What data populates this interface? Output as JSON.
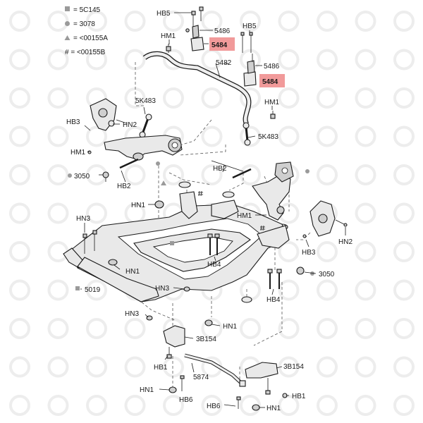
{
  "legend": [
    {
      "symbol": "square",
      "text": "= 5C145"
    },
    {
      "symbol": "circle",
      "text": "= 3078"
    },
    {
      "symbol": "triangle",
      "text": "= <00155A"
    },
    {
      "symbol": "hash",
      "text": "# = <00155B"
    }
  ],
  "labels": {
    "hb5_left": "HB5",
    "hb5_right": "HB5",
    "hm1_top": "HM1",
    "p5486_a": "5486",
    "p5486_b": "5486",
    "p5484_a": "5484",
    "p5484_b": "5484",
    "p5482": "5482",
    "hm1_right": "HM1",
    "k483_left": "5K483",
    "k483_right": "5K483",
    "hb3_left": "HB3",
    "hn2_left": "HN2",
    "hm1_left": "HM1",
    "p3050_left": "3050",
    "hb2_left": "HB2",
    "hb2_mid": "HB2",
    "hn1_a": "HN1",
    "hm1_mid": "HM1",
    "hn3_top": "HN3",
    "hn1_b": "HN1",
    "hb4_a": "HB4",
    "hb3_right": "HB3",
    "hn2_right": "HN2",
    "p3050_right": "3050",
    "p5019": "5019",
    "hn3_mid": "HN3",
    "hb4_b": "HB4",
    "hn3_low": "HN3",
    "hn1_c": "HN1",
    "p3b154_a": "3B154",
    "p3b154_b": "3B154",
    "hb1_a": "HB1",
    "p5874": "5874",
    "hn1_d": "HN1",
    "hb6_a": "HB6",
    "hb1_b": "HB1",
    "hb6_b": "HB6",
    "hn1_e": "HN1"
  },
  "colors": {
    "highlight": "#f19a9a",
    "ink": "#1a1a1a",
    "legend_symbol": "#9a9a9a",
    "watermark": "#ededed"
  }
}
